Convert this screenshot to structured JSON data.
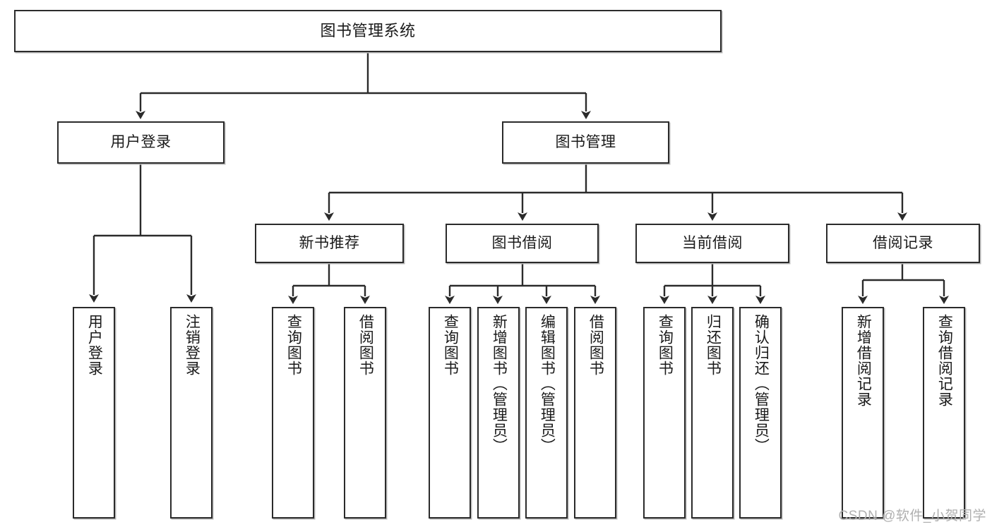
{
  "diagram": {
    "title": "图书管理系统",
    "type": "tree-hierarchy",
    "colors": {
      "box_border": "#2b2b2b",
      "box_fill": "#ffffff",
      "connector": "#333333",
      "text": "#1a1a1a",
      "watermark": "#b0b0b0",
      "background": "#ffffff"
    },
    "root": {
      "label": "图书管理系统"
    },
    "level2": [
      {
        "label": "用户登录"
      },
      {
        "label": "图书管理"
      }
    ],
    "level3": [
      {
        "label": "新书推荐"
      },
      {
        "label": "图书借阅"
      },
      {
        "label": "当前借阅"
      },
      {
        "label": "借阅记录"
      }
    ],
    "leaves": {
      "user_login": [
        {
          "label": "用户登录"
        },
        {
          "label": "注销登录"
        }
      ],
      "new_book_rec": [
        {
          "label": "查询图书"
        },
        {
          "label": "借阅图书"
        }
      ],
      "book_borrow": [
        {
          "label": "查询图书"
        },
        {
          "label": "新增图书（管理员）"
        },
        {
          "label": "编辑图书（管理员）"
        },
        {
          "label": "借阅图书"
        }
      ],
      "current_borrow": [
        {
          "label": "查询图书"
        },
        {
          "label": "归还图书"
        },
        {
          "label": "确认归还（管理员）"
        }
      ],
      "borrow_record": [
        {
          "label": "新增借阅记录"
        },
        {
          "label": "查询借阅记录"
        }
      ]
    },
    "watermark": "CSDN @软件_小贺同学"
  }
}
